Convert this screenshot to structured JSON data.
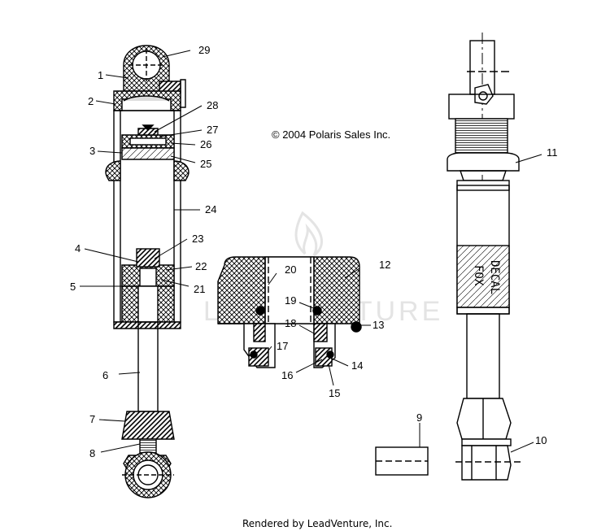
{
  "copyright": "© 2004 Polaris Sales Inc.",
  "footer": "Rendered by LeadVenture, Inc.",
  "watermark": "LEADVENTURE",
  "decal": {
    "line1": "DECAL",
    "line2": "FOX"
  },
  "callouts": {
    "c1": "1",
    "c2": "2",
    "c3": "3",
    "c4": "4",
    "c5": "5",
    "c6": "6",
    "c7": "7",
    "c8": "8",
    "c9": "9",
    "c10": "10",
    "c11": "11",
    "c12": "12",
    "c13": "13",
    "c14": "14",
    "c15": "15",
    "c16": "16",
    "c17": "17",
    "c18": "18",
    "c19": "19",
    "c20": "20",
    "c21": "21",
    "c22": "22",
    "c23": "23",
    "c24": "24",
    "c25": "25",
    "c26": "26",
    "c27": "27",
    "c28": "28",
    "c29": "29"
  }
}
